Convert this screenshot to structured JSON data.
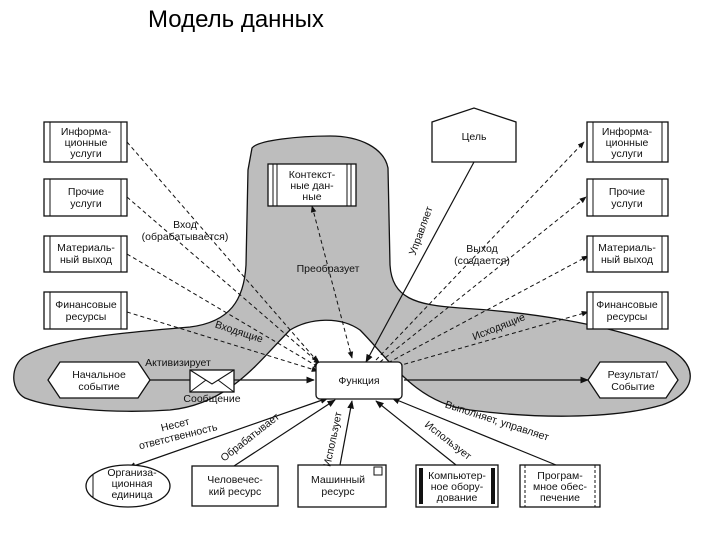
{
  "title": "Модель данных",
  "left_boxes": [
    [
      "Информа-",
      "ционные",
      "услуги"
    ],
    [
      "Прочие",
      "услуги"
    ],
    [
      "Материаль-",
      "ный выход"
    ],
    [
      "Финансовые",
      "ресурсы"
    ]
  ],
  "right_boxes": [
    [
      "Информа-",
      "ционные",
      "услуги"
    ],
    [
      "Прочие",
      "услуги"
    ],
    [
      "Материаль-",
      "ный выход"
    ],
    [
      "Финансовые",
      "ресурсы"
    ]
  ],
  "context_data": [
    "Контекст-",
    "ные дан-",
    "ные"
  ],
  "goal": "Цель",
  "function": "Функция",
  "start_event": [
    "Начальное",
    "событие"
  ],
  "result_event": [
    "Результат/",
    "Событие"
  ],
  "message": "Сообщение",
  "bottom_boxes": {
    "org_unit": [
      "Организа-",
      "ционная",
      "единица"
    ],
    "human": [
      "Человечес-",
      "кий ресурс"
    ],
    "machine": [
      "Машинный",
      "ресурс"
    ],
    "computer": [
      "Компьютер-",
      "ное обору-",
      "дование"
    ],
    "software": [
      "Програм-",
      "мное обес-",
      "печение"
    ]
  },
  "labels": {
    "input_processed": [
      "Вход",
      "(обрабатывается)"
    ],
    "output_created": [
      "Выход",
      "(создается)"
    ],
    "transforms": "Преобразует",
    "controls": "Управляет",
    "incoming": "Входящие",
    "outgoing": "Исходящие",
    "activates": "Активизирует",
    "responsible": [
      "Несет",
      "ответственность"
    ],
    "processes": "Обрабатывает",
    "uses_1": "Использует",
    "uses_2": "Использует",
    "executes": "Выполняет, управляет"
  },
  "colors": {
    "blob_fill": "#bdbdbd",
    "stroke": "#111111",
    "background": "#ffffff"
  }
}
